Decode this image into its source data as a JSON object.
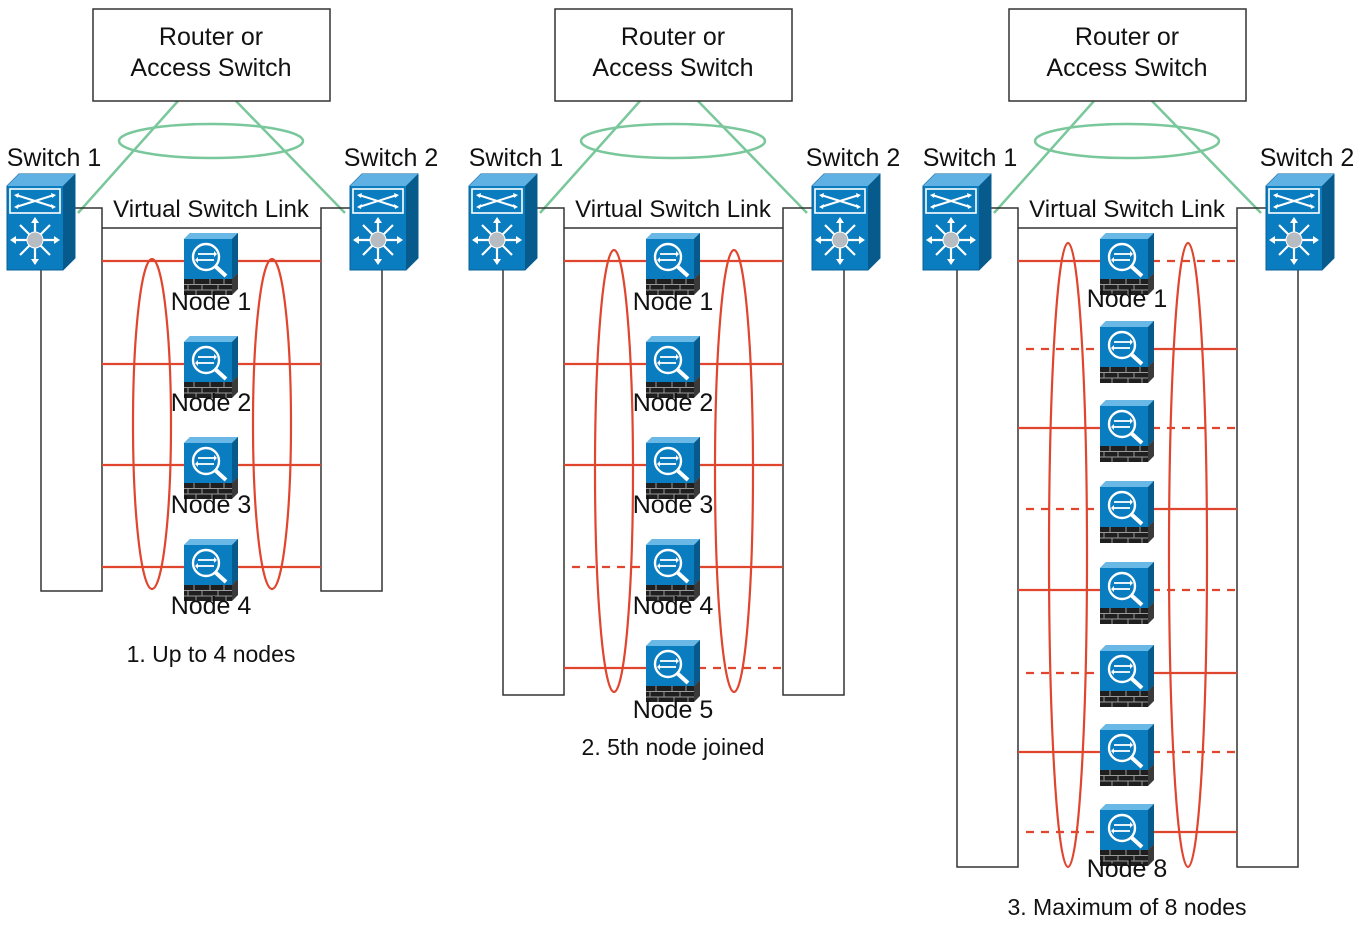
{
  "colors": {
    "ether_channel": "#79c79a",
    "cluster_link": "#e0452e",
    "device": "#0a7cc0",
    "device_edge": "#0a5f96",
    "outline": "#333333"
  },
  "icons": {
    "switch": "nexus-switch-icon",
    "node": "asa-firewall-icon"
  },
  "panels": [
    {
      "router_label": [
        "Router or",
        "Access Switch"
      ],
      "switch_left_label": "Switch 1",
      "switch_right_label": "Switch 2",
      "vsl_label": "Virtual Switch Link",
      "nodes": [
        {
          "label": "Node 1",
          "left_link": "active",
          "right_link": "active"
        },
        {
          "label": "Node 2",
          "left_link": "active",
          "right_link": "active"
        },
        {
          "label": "Node 3",
          "left_link": "active",
          "right_link": "active"
        },
        {
          "label": "Node 4",
          "left_link": "active",
          "right_link": "active"
        }
      ],
      "caption": "1.  Up to 4 nodes"
    },
    {
      "router_label": [
        "Router or",
        "Access Switch"
      ],
      "switch_left_label": "Switch 1",
      "switch_right_label": "Switch 2",
      "vsl_label": "Virtual Switch Link",
      "nodes": [
        {
          "label": "Node 1",
          "left_link": "active",
          "right_link": "active"
        },
        {
          "label": "Node 2",
          "left_link": "active",
          "right_link": "active"
        },
        {
          "label": "Node 3",
          "left_link": "active",
          "right_link": "active"
        },
        {
          "label": "Node 4",
          "left_link": "standby",
          "right_link": "active"
        },
        {
          "label": "Node 5",
          "left_link": "active",
          "right_link": "standby"
        }
      ],
      "caption": "2.  5th node joined"
    },
    {
      "router_label": [
        "Router or",
        "Access Switch"
      ],
      "switch_left_label": "Switch 1",
      "switch_right_label": "Switch 2",
      "vsl_label": "Virtual Switch Link",
      "nodes": [
        {
          "label": "Node 1",
          "left_link": "active",
          "right_link": "standby"
        },
        {
          "label": "",
          "left_link": "standby",
          "right_link": "active"
        },
        {
          "label": "",
          "left_link": "active",
          "right_link": "standby"
        },
        {
          "label": "",
          "left_link": "standby",
          "right_link": "active"
        },
        {
          "label": "",
          "left_link": "active",
          "right_link": "standby"
        },
        {
          "label": "",
          "left_link": "standby",
          "right_link": "active"
        },
        {
          "label": "",
          "left_link": "active",
          "right_link": "standby"
        },
        {
          "label": "Node 8",
          "left_link": "standby",
          "right_link": "active"
        }
      ],
      "caption": "3. Maximum of 8 nodes"
    }
  ]
}
